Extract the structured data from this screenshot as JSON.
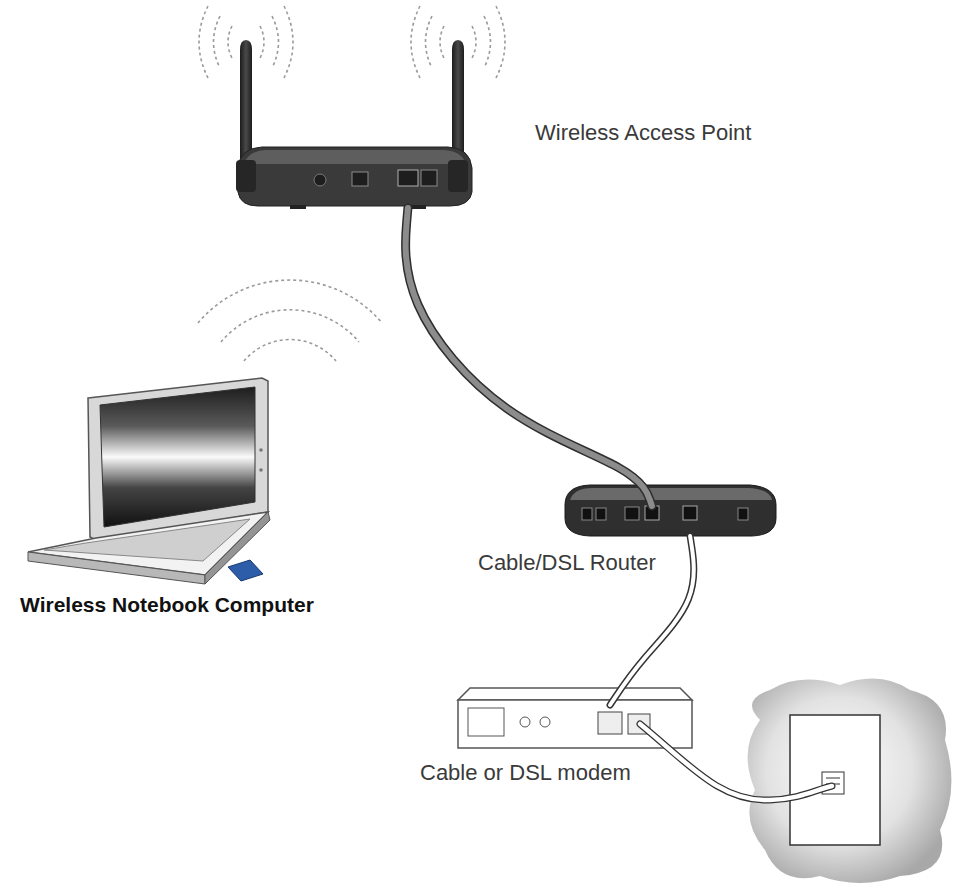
{
  "diagram": {
    "nodes": [
      {
        "text": [
          "Wireless Access Point"
        ]
      },
      {
        "text": [
          "Wireless Notebook Computer"
        ]
      },
      {
        "text": [
          "Cable/DSL Router"
        ]
      },
      {
        "text": [
          "Cable or DSL modem"
        ]
      }
    ],
    "edges": [
      {
        "from": 0,
        "to": 2,
        "arrow": "none"
      },
      {
        "from": 2,
        "to": 3,
        "arrow": "none"
      }
    ]
  }
}
